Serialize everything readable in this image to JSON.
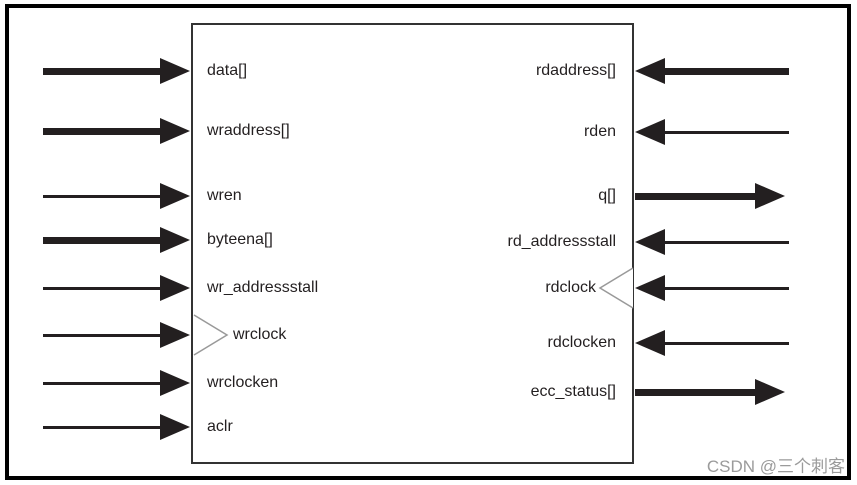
{
  "diagram": {
    "type": "fpga-memory-block-port-diagram",
    "ports_left": [
      {
        "label": "data[]",
        "width": "bus",
        "dir": "in"
      },
      {
        "label": "wraddress[]",
        "width": "bus",
        "dir": "in"
      },
      {
        "label": "wren",
        "width": "single",
        "dir": "in"
      },
      {
        "label": "byteena[]",
        "width": "bus",
        "dir": "in"
      },
      {
        "label": "wr_addressstall",
        "width": "single",
        "dir": "in"
      },
      {
        "label": "wrclock",
        "width": "single",
        "dir": "in",
        "clock": true
      },
      {
        "label": "wrclocken",
        "width": "single",
        "dir": "in"
      },
      {
        "label": "aclr",
        "width": "single",
        "dir": "in"
      }
    ],
    "ports_right": [
      {
        "label": "rdaddress[]",
        "width": "bus",
        "dir": "in"
      },
      {
        "label": "rden",
        "width": "single",
        "dir": "in"
      },
      {
        "label": "q[]",
        "width": "bus",
        "dir": "out"
      },
      {
        "label": "rd_addressstall",
        "width": "single",
        "dir": "in"
      },
      {
        "label": "rdclock",
        "width": "single",
        "dir": "in",
        "clock": true
      },
      {
        "label": "rdclocken",
        "width": "single",
        "dir": "in"
      },
      {
        "label": "ecc_status[]",
        "width": "bus",
        "dir": "out"
      }
    ]
  },
  "watermark": "CSDN @三个刺客",
  "colors": {
    "ink": "#231f20",
    "frame": "#000000",
    "box_border": "#333333",
    "clock_outline": "#999999",
    "watermark": "#9b9b9b",
    "background": "#ffffff"
  }
}
